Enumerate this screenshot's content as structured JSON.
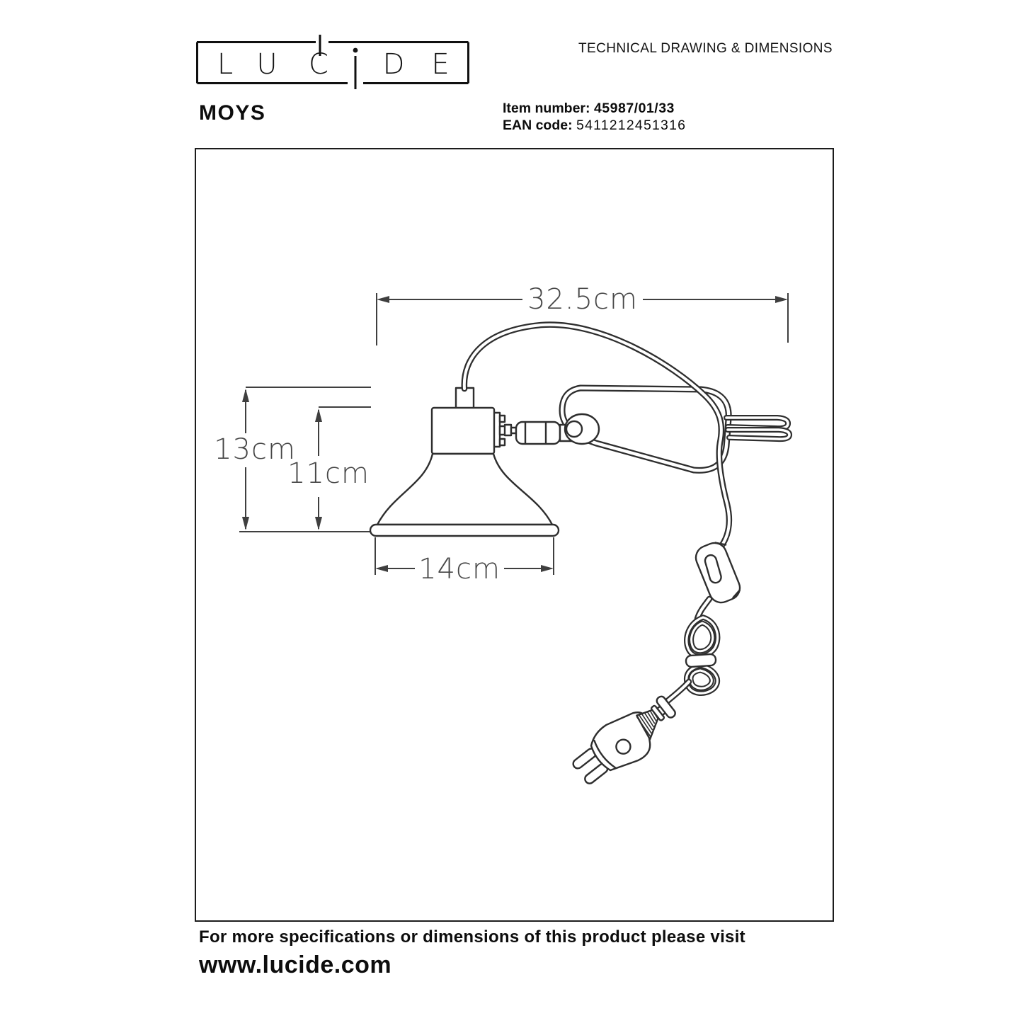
{
  "header": {
    "logo_letters": [
      "L",
      "U",
      "C",
      "i",
      "D",
      "E"
    ],
    "doc_type": "TECHNICAL DRAWING & DIMENSIONS",
    "product_name": "MOYS",
    "item_number_label": "Item number:",
    "item_number_value": "45987/01/33",
    "ean_label": "EAN code:",
    "ean_value": "5411212451316"
  },
  "drawing": {
    "dim_width_total": "32.5cm",
    "dim_height_total": "13cm",
    "dim_height_shade": "11cm",
    "dim_diameter_shade": "14cm",
    "line_color": "#2e2e2e",
    "dim_color": "#3f3f3f"
  },
  "footer": {
    "note": "For more specifications or dimensions of this product please visit",
    "website": "www.lucide.com"
  }
}
